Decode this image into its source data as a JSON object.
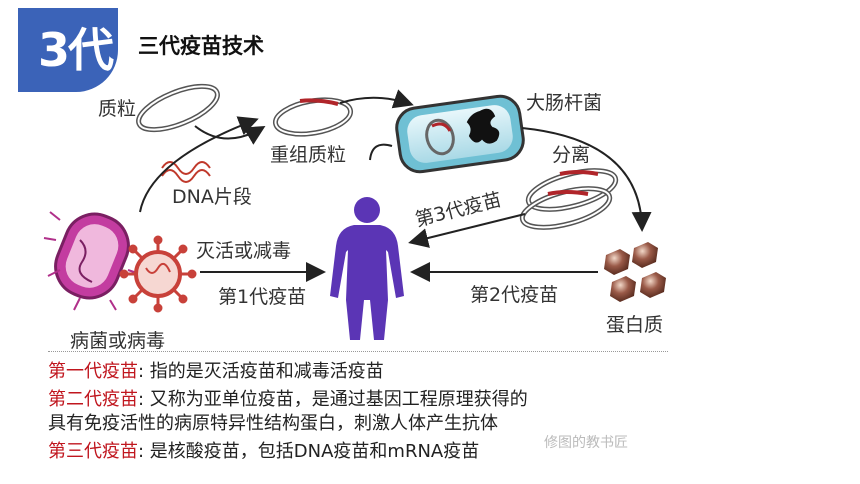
{
  "badge": "3代",
  "heading": "三代疫苗技术",
  "labels": {
    "plasmid": "质粒",
    "recombinant_plasmid": "重组质粒",
    "ecoli": "大肠杆菌",
    "dna_fragment": "DNA片段",
    "separate": "分离",
    "gen3_arrow": "第3代疫苗",
    "inactivated": "灭活或减毒",
    "gen1_arrow": "第1代疫苗",
    "gen2_arrow": "第2代疫苗",
    "pathogen": "病菌或病毒",
    "protein": "蛋白质"
  },
  "descriptions": [
    {
      "term": "第一代疫苗",
      "text": ": 指的是灭活疫苗和减毒活疫苗"
    },
    {
      "term": "第二代疫苗",
      "text": ": 又称为亚单位疫苗，是通过基因工程原理获得的"
    },
    {
      "term": "",
      "text": "具有免疫活性的病原特异性结构蛋白，刺激人体产生抗体"
    },
    {
      "term": "第三代疫苗",
      "text": ": 是核酸疫苗，包括DNA疫苗和mRNA疫苗"
    }
  ],
  "watermark": "修图的教书匠",
  "colors": {
    "accent": "#3b63b8",
    "term_red": "#c0161e",
    "human": "#5b35b5",
    "pathogen": "#b0308a",
    "virus": "#c8413a",
    "protein": "#7a3a2a"
  }
}
